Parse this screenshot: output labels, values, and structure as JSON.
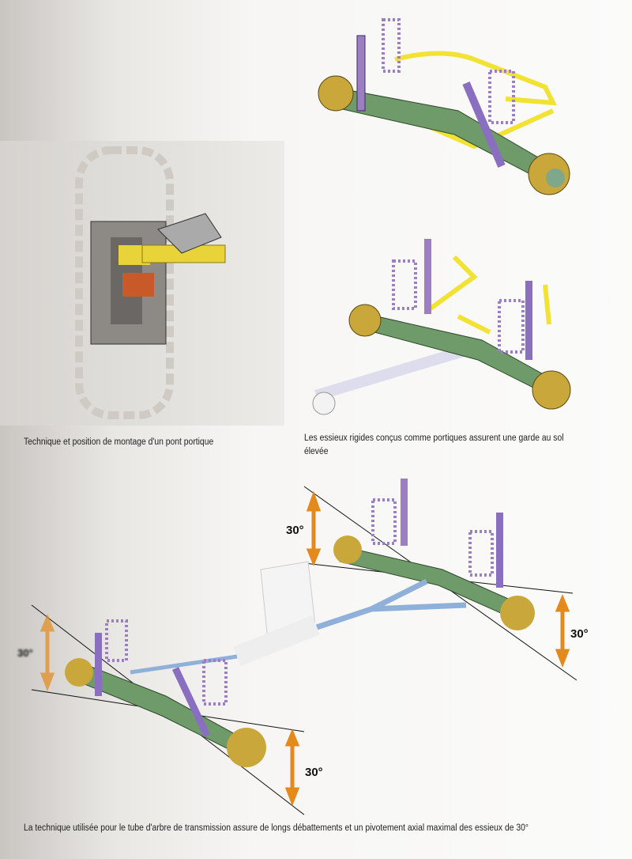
{
  "captions": {
    "portal_axle_position": "Technique et position de montage d'un pont portique",
    "rigid_axles": "Les essieux rigides conçus comme portiques assurent une garde au sol élevée",
    "transmission_tube": "La technique utilisée pour le tube d'arbre de transmission assure de longs débattements et un pivotement axial maximal des essieux de 30°"
  },
  "angle_labels": [
    "30°",
    "30°",
    "30°",
    "30°"
  ],
  "colors": {
    "axle": "#6f9a6a",
    "spring": "#9b7fc0",
    "shock": "#8a6fc0",
    "bar": "#f2e233",
    "hub": "#c9a73a",
    "arm": "#8fb0d8",
    "arrow": "#e48a1c"
  }
}
